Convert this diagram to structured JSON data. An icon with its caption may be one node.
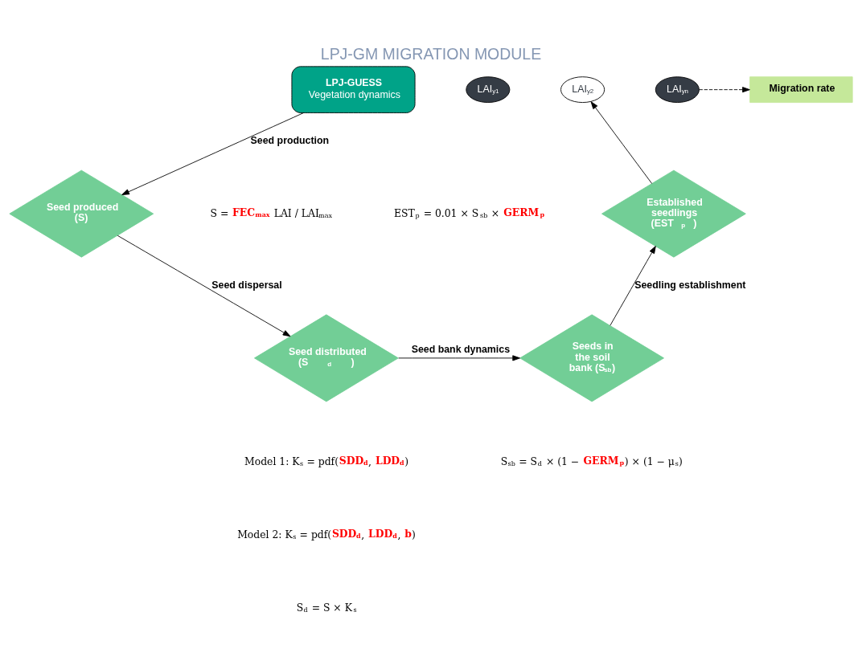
{
  "diagram": {
    "title": "LPJ-GM MIGRATION MODULE",
    "nodes": [
      {
        "text": [
          "LPJ-GUESS",
          "Vegetation dynamics"
        ]
      },
      {
        "text": [
          "LAI$_{y1}$"
        ]
      },
      {
        "text": [
          "LAI$_{y2}$"
        ]
      },
      {
        "text": [
          "LAI$_{yn}$"
        ]
      },
      {
        "text": [
          "Migration rate"
        ]
      },
      {
        "text": [
          "Seed produced (S)"
        ]
      },
      {
        "text": [
          "Established seedlings (EST$_{p}$)"
        ]
      },
      {
        "text": [
          "Seed distributed (S$_{d}$)"
        ]
      },
      {
        "text": [
          "Seeds in the soil bank (S$_{sb}$)"
        ]
      }
    ],
    "edges": [
      {
        "from": 3,
        "to": 4,
        "arrow": "to",
        "style": "dashed"
      },
      {
        "from": 6,
        "to": 2,
        "arrow": "to"
      },
      {
        "from": 0,
        "to": 5,
        "arrow": "to",
        "label": "Seed production"
      },
      {
        "from": 5,
        "to": 7,
        "arrow": "to",
        "label": "Seed dispersal"
      },
      {
        "from": 7,
        "to": 8,
        "arrow": "to",
        "label": "Seed bank dynamics"
      },
      {
        "from": 8,
        "to": 6,
        "arrow": "to",
        "label": "Seedling establishment"
      }
    ],
    "labels": [
      "EST$_{p}$ = 0.01 × S$_{sb}$ × **GERM$_{p}$**",
      "S = **FEC$_{max}$** LAI / LAI$_{max}$",
      "Model 1: K$_{s}$ = pdf(**SDD$_{d}$**, **LDD$_{d}$**)",
      "Model 2: K$_{s}$ = pdf(**SDD$_{d}$**, **LDD$_{d}$**, **b**)",
      "S$_{d}$ = S × K$_{s}$",
      "S$_{sb}$ = S$_{d}$ × (1 − **GERM$_{p}$**) × (1 − μ$_{s}$)"
    ]
  }
}
